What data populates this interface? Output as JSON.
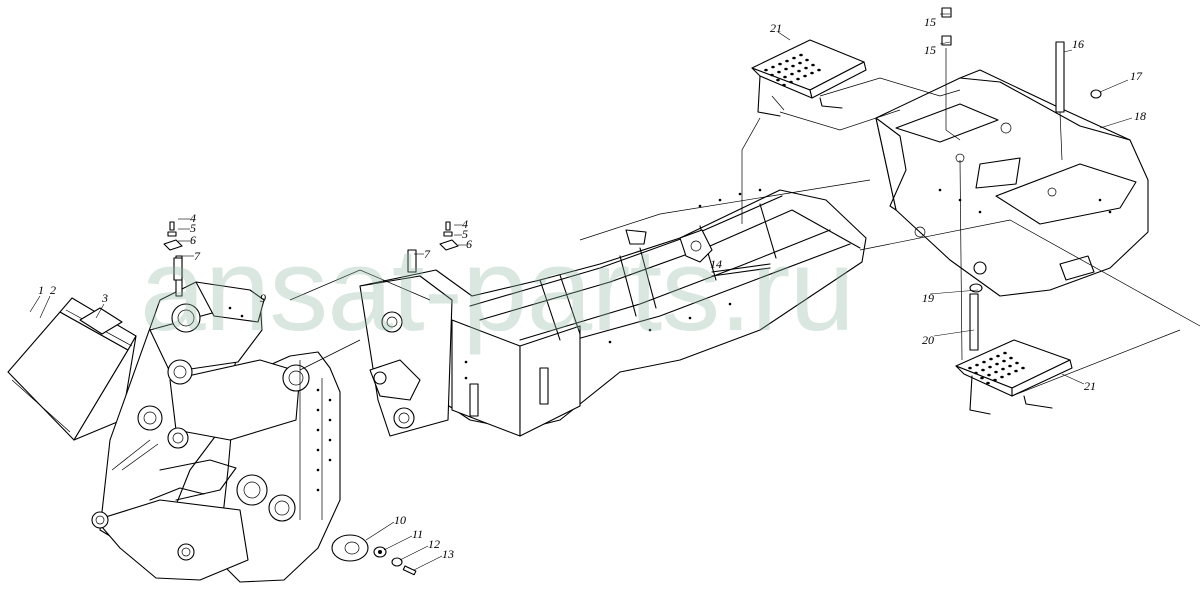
{
  "watermark": "ansat-parts.ru",
  "callouts": [
    {
      "id": "c1",
      "label": "1"
    },
    {
      "id": "c2",
      "label": "2"
    },
    {
      "id": "c3",
      "label": "3"
    },
    {
      "id": "c4a",
      "label": "4"
    },
    {
      "id": "c5a",
      "label": "5"
    },
    {
      "id": "c6a",
      "label": "6"
    },
    {
      "id": "c7a",
      "label": "7"
    },
    {
      "id": "c4b",
      "label": "4"
    },
    {
      "id": "c5b",
      "label": "5"
    },
    {
      "id": "c6b",
      "label": "6"
    },
    {
      "id": "c7b",
      "label": "7"
    },
    {
      "id": "c9",
      "label": "9"
    },
    {
      "id": "c10",
      "label": "10"
    },
    {
      "id": "c11",
      "label": "11"
    },
    {
      "id": "c12",
      "label": "12"
    },
    {
      "id": "c13",
      "label": "13"
    },
    {
      "id": "c14",
      "label": "14"
    },
    {
      "id": "c15a",
      "label": "15"
    },
    {
      "id": "c15b",
      "label": "15"
    },
    {
      "id": "c16",
      "label": "16"
    },
    {
      "id": "c17",
      "label": "17"
    },
    {
      "id": "c18",
      "label": "18"
    },
    {
      "id": "c19",
      "label": "19"
    },
    {
      "id": "c20",
      "label": "20"
    },
    {
      "id": "c21a",
      "label": "21"
    },
    {
      "id": "c21b",
      "label": "21"
    }
  ]
}
